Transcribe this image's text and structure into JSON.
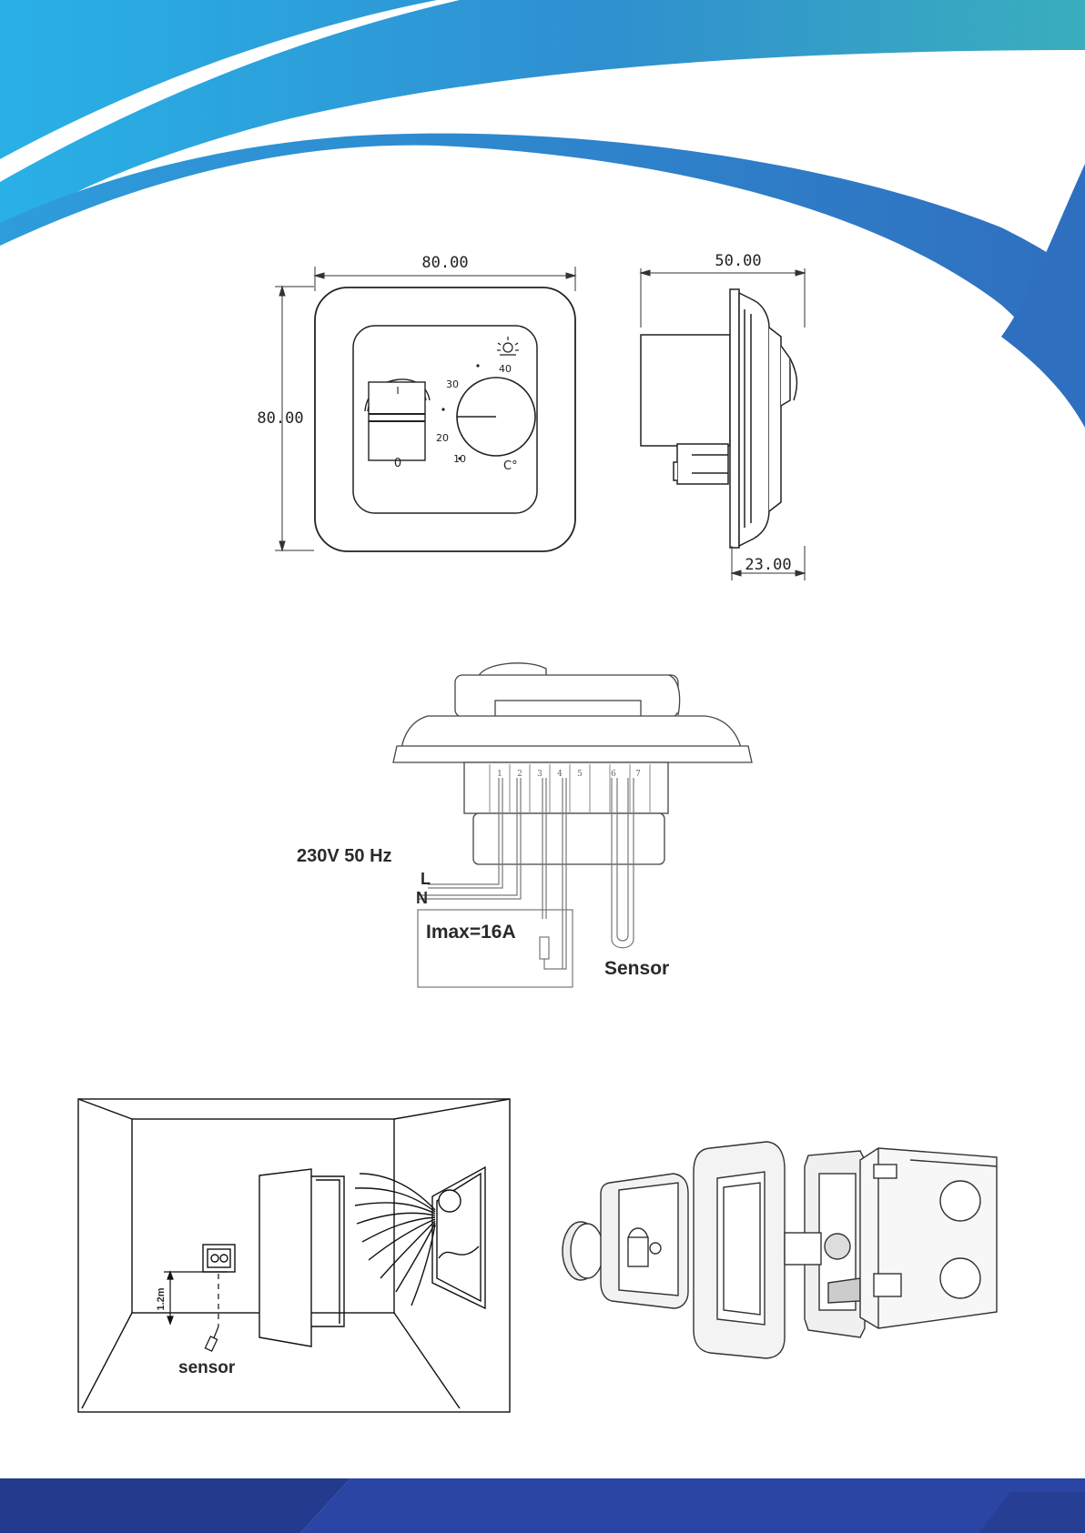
{
  "colors": {
    "brand_light": "#29b1e6",
    "brand_teal": "#3aaebe",
    "brand_blue": "#2f6fbf",
    "footer_navy": "#243a8e",
    "footer_blue": "#2a45a3"
  },
  "dimensions": {
    "front_width": "80.00",
    "front_height": "80.00",
    "side_depth": "50.00",
    "side_bottom": "23.00"
  },
  "dial": {
    "switch_on": "I",
    "switch_off": "0",
    "scale": [
      "10",
      "20",
      "30",
      "40"
    ],
    "unit": "C°",
    "sun_icon": "sun-icon"
  },
  "wiring": {
    "supply": "230V 50 Hz",
    "line": "L",
    "neutral": "N",
    "load": "Imax=16A",
    "sensor": "Sensor",
    "terminals": [
      "1",
      "2",
      "3",
      "4",
      "5",
      "6",
      "7"
    ]
  },
  "room": {
    "height": "1.2m",
    "sensor": "sensor"
  }
}
